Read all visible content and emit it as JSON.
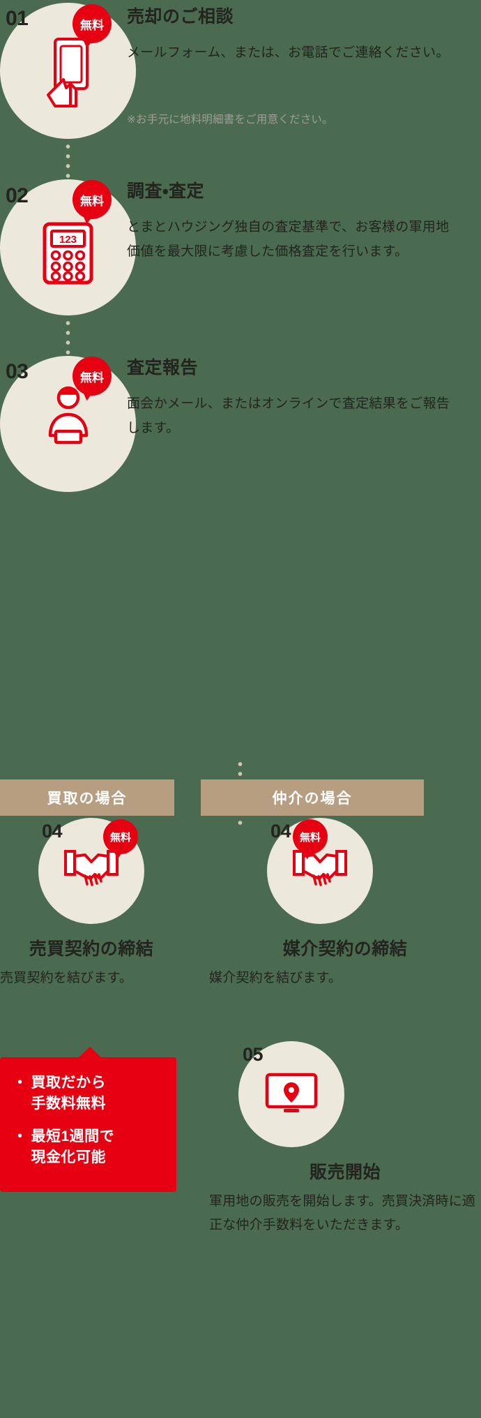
{
  "theme": {
    "background": "#4a6b4f",
    "circle": "#ece9dc",
    "accent_red": "#e60012",
    "tab_brown": "#b89e81",
    "text_dark": "#23241f",
    "note_gray": "#9e9e98",
    "dot": "#cfc8b4"
  },
  "free_badge_label": "無料",
  "steps": [
    {
      "number": "01",
      "icon": "hand-holding-phone-icon",
      "badge": "無料",
      "title": "売却のご相談",
      "body": "メールフォーム、または、お電話でご連絡ください。",
      "note": "※お手元に地料明細書をご用意ください。"
    },
    {
      "number": "02",
      "icon": "calculator-icon",
      "icon_display": "123",
      "badge": "無料",
      "title": "調査・査定",
      "body": "とまとハウジング独自の査定基準で、お客様の軍用地価値を最大限に考慮した価格査定を行います。"
    },
    {
      "number": "03",
      "icon": "person-report-icon",
      "badge": "無料",
      "title": "査定報告",
      "body": "面会かメール、またはオンラインで査定結果をご報告します。"
    }
  ],
  "branches": [
    {
      "tab_label": "買取の場合",
      "number": "04",
      "icon": "handshake-icon",
      "badge": "無料",
      "title": "売買契約の締結",
      "body": "売買契約を結びます。"
    },
    {
      "tab_label": "仲介の場合",
      "number": "04",
      "icon": "handshake-icon",
      "badge": "無料",
      "title": "媒介契約の締結",
      "body": "媒介契約を結びます。"
    }
  ],
  "callout": {
    "items": [
      {
        "bullet": "・",
        "line1": "買取だから",
        "line2": "手数料無料"
      },
      {
        "bullet": "・",
        "line1": "最短1週間で",
        "line2": "現金化可能"
      }
    ]
  },
  "final_step": {
    "number": "05",
    "icon": "monitor-pin-icon",
    "title": "販売開始",
    "body": "軍用地の販売を開始します。売買決済時に適正な仲介手数料をいただきます。"
  }
}
